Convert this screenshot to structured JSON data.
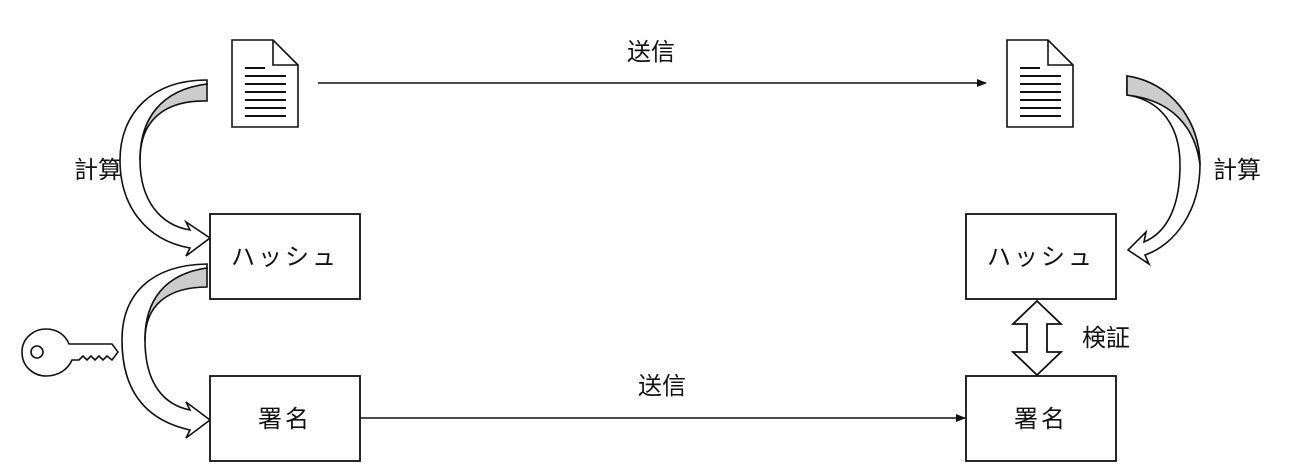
{
  "labels": {
    "send_top": "送信",
    "send_bottom": "送信",
    "compute_left": "計算",
    "compute_right": "計算",
    "verify": "検証"
  },
  "boxes": {
    "hash_left": "ハッシュ",
    "hash_right": "ハッシュ",
    "sig_left": "署名",
    "sig_right": "署名"
  },
  "icons": {
    "document_left": "document-icon",
    "document_right": "document-icon",
    "key": "key-icon"
  },
  "colors": {
    "stroke": "#111111",
    "arrow_fill": "#cccccc",
    "background": "#ffffff"
  }
}
